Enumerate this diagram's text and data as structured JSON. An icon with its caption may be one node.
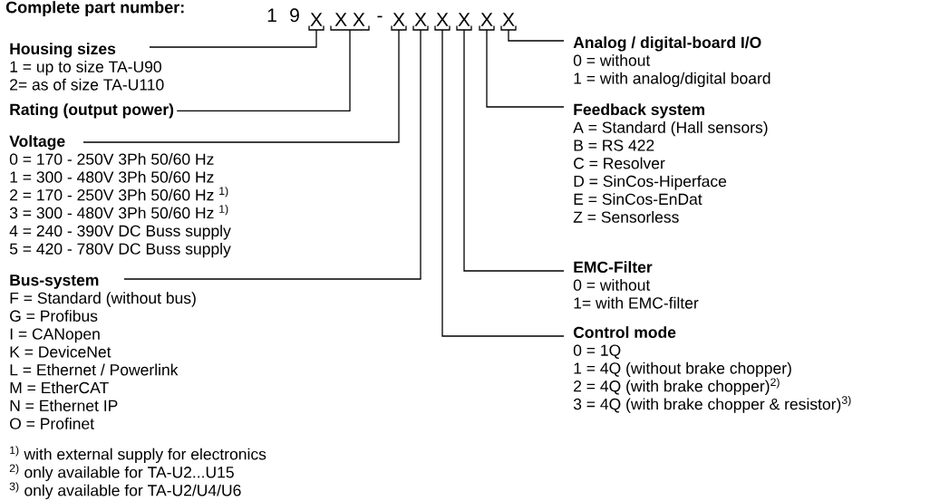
{
  "diagram": {
    "title": "Complete part number:",
    "nodes": [
      {
        "text": [
          "X"
        ]
      },
      {
        "text": [
          "X X"
        ]
      },
      {
        "text": [
          "X"
        ]
      },
      {
        "text": [
          "X"
        ]
      },
      {
        "text": [
          "X"
        ]
      },
      {
        "text": [
          "X"
        ]
      },
      {
        "text": [
          "X"
        ]
      },
      {
        "text": [
          "X"
        ]
      },
      {
        "text": [
          "Housing sizes",
          "1 = up to size TA-U90",
          "2= as of size TA-U110"
        ]
      },
      {
        "text": [
          "Rating (output power)"
        ]
      },
      {
        "text": [
          "Voltage",
          "0 = 170 - 250V 3Ph 50/60 Hz",
          "1 = 300 - 480V 3Ph 50/60 Hz",
          "2 = 170 - 250V 3Ph 50/60 Hz $^{1)}$",
          "3 = 300 - 480V 3Ph 50/60 Hz $^{1)}$",
          "4 = 240 - 390V DC Buss supply",
          "5 = 420 - 780V DC Buss supply"
        ]
      },
      {
        "text": [
          "Bus-system",
          "F = Standard (without bus)",
          "G = Profibus",
          "I = CANopen",
          "K = DeviceNet",
          "L = Ethernet / Powerlink",
          "M = EtherCAT",
          "N = Ethernet IP",
          "O = Profinet"
        ]
      },
      {
        "text": [
          "Analog / digital-board I/O",
          "0 = without",
          "1 = with analog/digital board"
        ]
      },
      {
        "text": [
          "Feedback system",
          "A = Standard (Hall sensors)",
          "B = RS 422",
          "C = Resolver",
          "D = SinCos-Hiperface",
          "E = SinCos-EnDat",
          "Z = Sensorless"
        ]
      },
      {
        "text": [
          "EMC-Filter",
          "0 = without",
          "1= with EMC-filter"
        ]
      },
      {
        "text": [
          "Control mode",
          "0 = 1Q",
          "1 = 4Q (without brake chopper)",
          "2 = 4Q (with brake chopper)$^{2)}$",
          "3 = 4Q (with brake chopper & resistor)$^{3)}$"
        ]
      }
    ],
    "edges": [
      {
        "from": 8,
        "to": 0,
        "arrow": "none"
      },
      {
        "from": 9,
        "to": 1,
        "arrow": "none"
      },
      {
        "from": 10,
        "to": 2,
        "arrow": "none"
      },
      {
        "from": 11,
        "to": 3,
        "arrow": "none"
      },
      {
        "from": 15,
        "to": 4,
        "arrow": "none"
      },
      {
        "from": 14,
        "to": 5,
        "arrow": "none"
      },
      {
        "from": 13,
        "to": 6,
        "arrow": "none"
      },
      {
        "from": 12,
        "to": 7,
        "arrow": "none"
      }
    ],
    "labels": [
      "1",
      "9",
      "-",
      "$^{1)}$ with external supply for electronics",
      "$^{2)}$ only available for TA-U2...U15",
      "$^{3)}$ only available for TA-U2/U4/U6"
    ]
  }
}
